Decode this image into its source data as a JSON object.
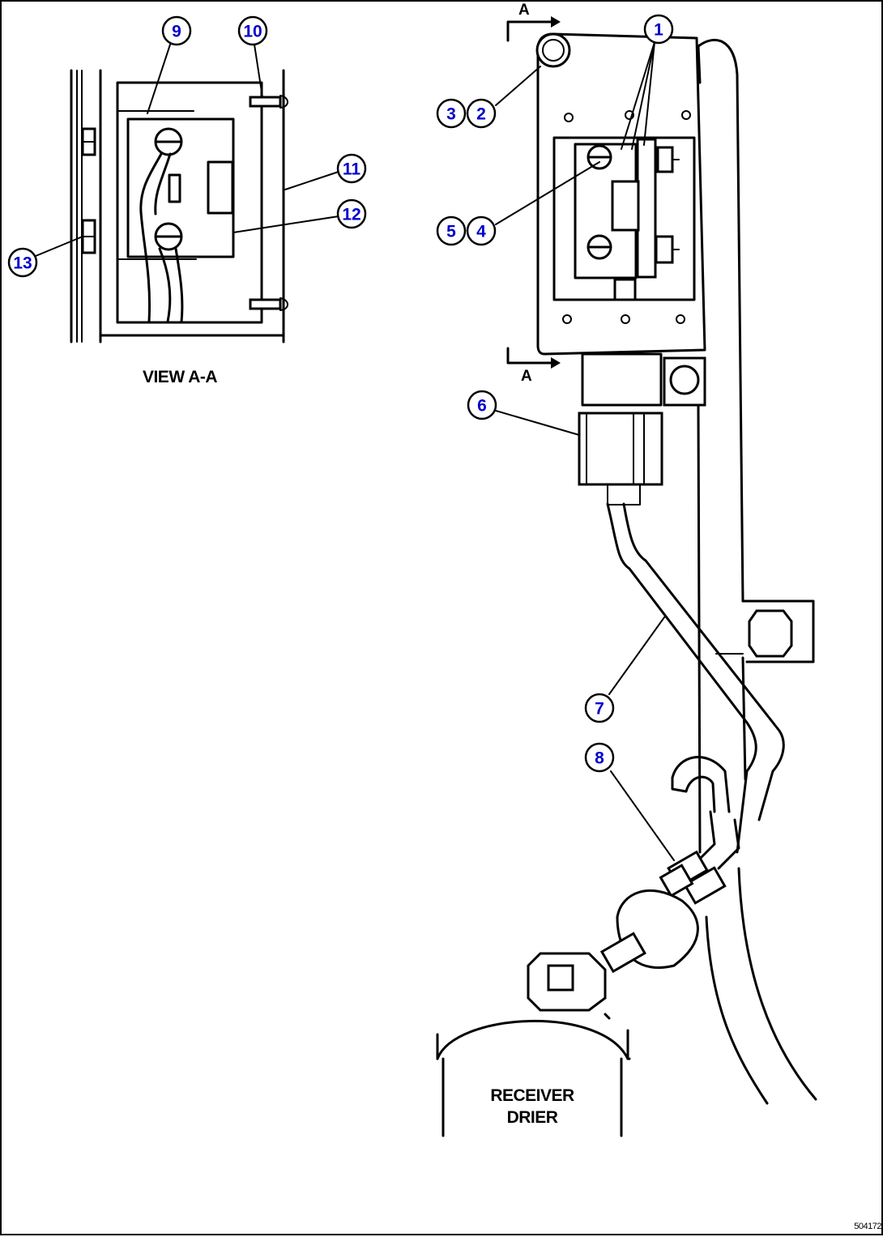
{
  "diagram": {
    "view_label": "VIEW A-A",
    "section_marker_top": "A",
    "section_marker_bottom": "A",
    "component_label": "RECEIVER\nDRIER",
    "drawing_number": "504172",
    "callouts": [
      "1",
      "2",
      "3",
      "4",
      "5",
      "6",
      "7",
      "8",
      "9",
      "10",
      "11",
      "12",
      "13"
    ]
  }
}
